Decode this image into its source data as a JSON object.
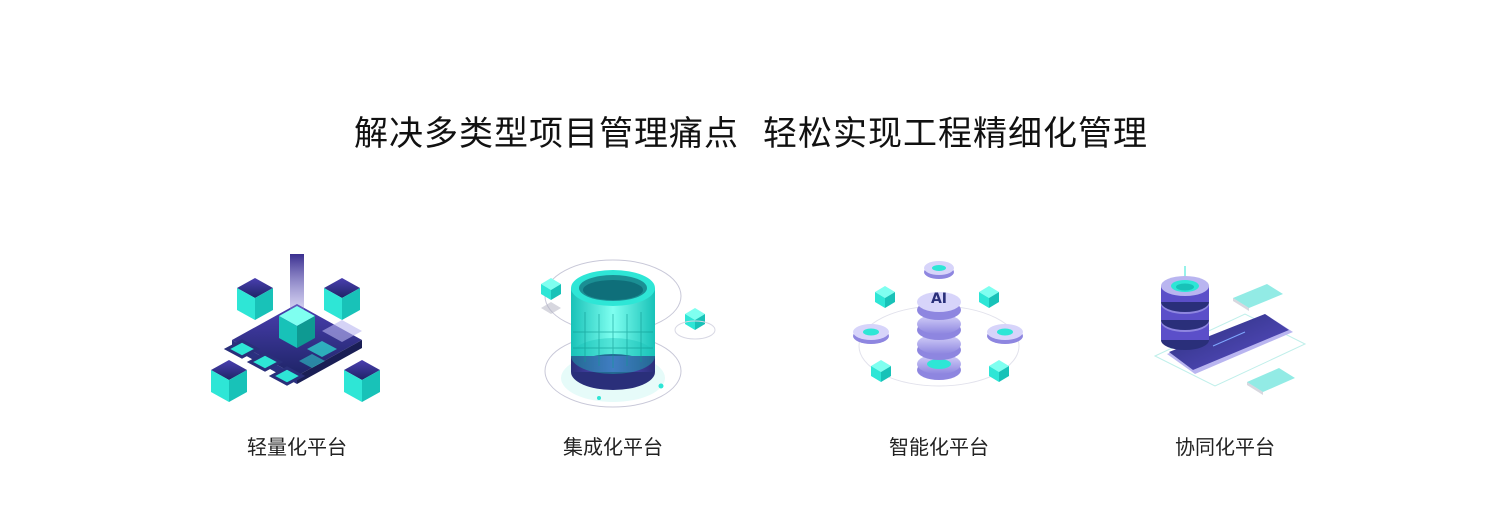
{
  "headline": {
    "part1": "解决多类型项目管理痛点",
    "part2": "轻松实现工程精细化管理"
  },
  "features": [
    {
      "label": "轻量化平台",
      "icon": "lightweight-platform-icon"
    },
    {
      "label": "集成化平台",
      "icon": "integrated-platform-icon"
    },
    {
      "label": "智能化平台",
      "icon": "intelligent-platform-icon",
      "badge": "AI"
    },
    {
      "label": "协同化平台",
      "icon": "collaborative-platform-icon"
    }
  ],
  "colors": {
    "cyan": "#2EE6D6",
    "teal": "#18C2B8",
    "navy": "#2A2F7A",
    "purple": "#5B4FC9",
    "lavender": "#B9B5F0",
    "text": "#111111"
  }
}
